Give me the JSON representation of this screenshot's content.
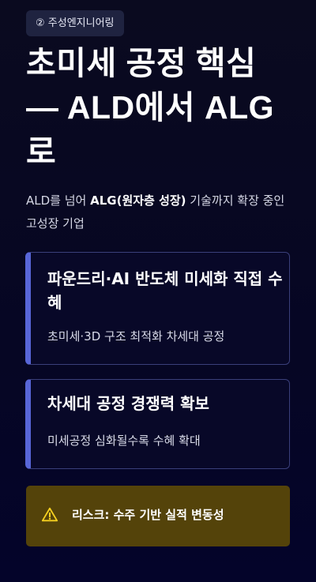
{
  "header": {
    "tag": "② 주성엔지니어링",
    "title_lines": [
      "초미세 공정 핵심",
      "— ALD에서 ALG",
      "로"
    ],
    "subtitle": {
      "prefix": "ALD를 넘어 ",
      "bold": "ALG(원자층 성장)",
      "suffix": " 기술까지 확장 중인 고성장 기업"
    }
  },
  "cards": [
    {
      "title": "파운드리·AI 반도체 미세화 직접 수혜",
      "description": "초미세·3D 구조 최적화 차세대 공정"
    },
    {
      "title": "차세대 공정 경쟁력 확보",
      "description": "미세공정 심화될수록 수혜 확대"
    }
  ],
  "risk": {
    "icon": "warning-icon",
    "text": "리스크: 수주 기반 실적 변동성"
  },
  "colors": {
    "accent": "#5866d8",
    "card_border": "#3a3f7a",
    "risk_bg": "#54430a",
    "warning": "#f5d020"
  }
}
